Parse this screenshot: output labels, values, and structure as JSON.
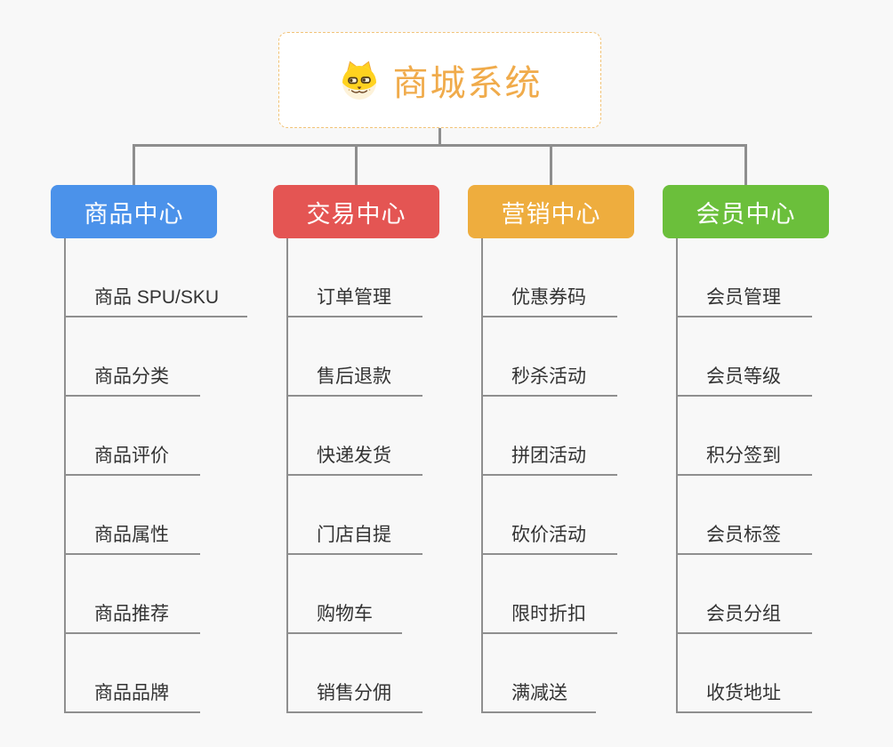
{
  "page": {
    "background_color": "#f8f8f8",
    "connector_color": "#8e8e8e",
    "item_text_color": "#333333"
  },
  "root": {
    "title": "商城系统",
    "icon": "doge-icon",
    "title_color": "#f0ab4b",
    "border_color": "#f2c377"
  },
  "branches": [
    {
      "label": "商品中心",
      "color": "#4b92ea",
      "items": [
        "商品 SPU/SKU",
        "商品分类",
        "商品评价",
        "商品属性",
        "商品推荐",
        "商品品牌"
      ]
    },
    {
      "label": "交易中心",
      "color": "#e45553",
      "items": [
        "订单管理",
        "售后退款",
        "快递发货",
        "门店自提",
        "购物车",
        "销售分佣"
      ]
    },
    {
      "label": "营销中心",
      "color": "#eead3e",
      "items": [
        "优惠券码",
        "秒杀活动",
        "拼团活动",
        "砍价活动",
        "限时折扣",
        "满减送"
      ]
    },
    {
      "label": "会员中心",
      "color": "#6bbf3b",
      "items": [
        "会员管理",
        "会员等级",
        "积分签到",
        "会员标签",
        "会员分组",
        "收货地址"
      ]
    }
  ]
}
